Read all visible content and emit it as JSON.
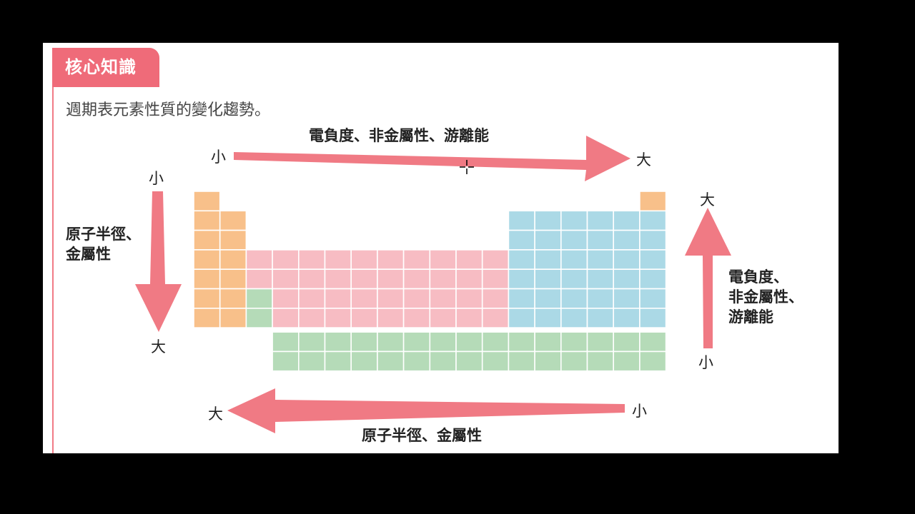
{
  "section": {
    "title": "核心知識"
  },
  "subtitle": "週期表元素性質的變化趨勢。",
  "top_arrow": {
    "label": "電負度、非金屬性、游離能",
    "start": "小",
    "end": "大"
  },
  "bottom_arrow": {
    "label": "原子半徑、金屬性",
    "start": "小",
    "end": "大"
  },
  "left_arrow": {
    "label_line1": "原子半徑、",
    "label_line2": "金屬性",
    "start": "小",
    "end": "大"
  },
  "right_arrow": {
    "label_line1": "電負度、",
    "label_line2": "非金屬性、",
    "label_line3": "游離能",
    "start": "小",
    "end": "大"
  },
  "colors": {
    "arrow": "#f07a84",
    "s_block": "#f8c08a",
    "d_block": "#f7bcc3",
    "p_block": "#abd9e6",
    "f_block": "#b5dbb8",
    "accent": "#ef6b79"
  }
}
